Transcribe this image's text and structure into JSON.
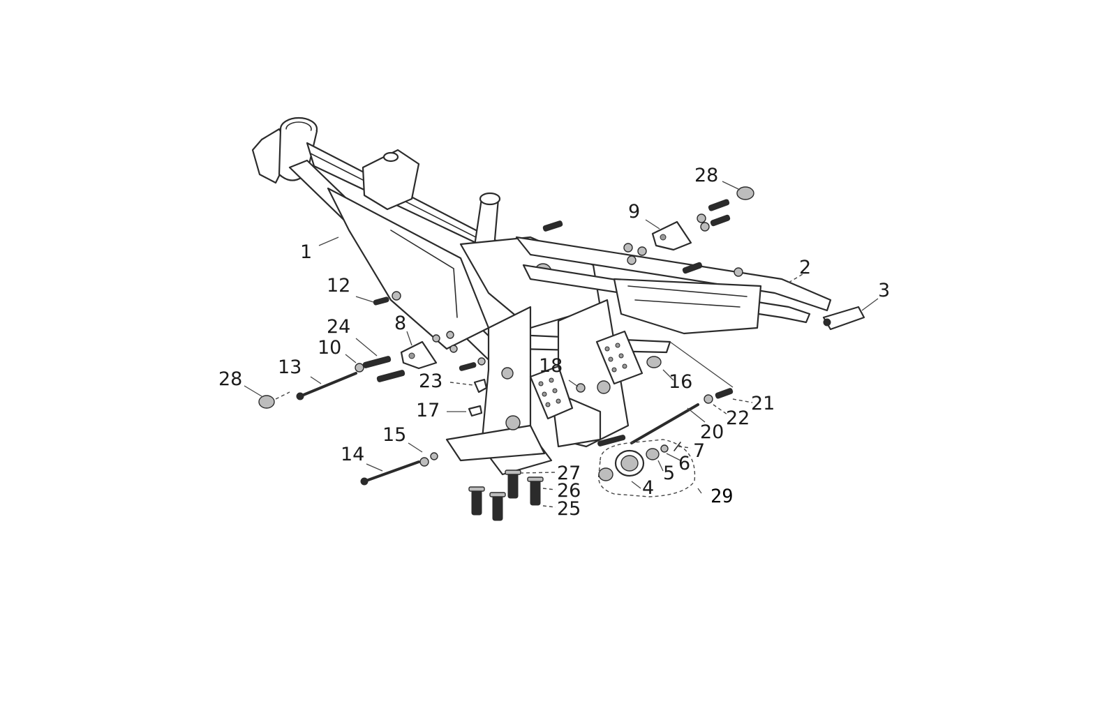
{
  "diagram": {
    "callouts": {
      "c1": "1",
      "c2": "2",
      "c3": "3",
      "c4": "4",
      "c5": "5",
      "c6": "6",
      "c7": "7",
      "c8": "8",
      "c9": "9",
      "c10": "10",
      "c12": "12",
      "c13": "13",
      "c14": "14",
      "c15": "15",
      "c16": "16",
      "c17": "17",
      "c18": "18",
      "c20": "20",
      "c21": "21",
      "c22": "22",
      "c23": "23",
      "c24": "24",
      "c25": "25",
      "c26": "26",
      "c27": "27",
      "c28a": "28",
      "c28b": "28",
      "c29": "29"
    },
    "colors": {
      "line": "#2b2b2b",
      "background": "#ffffff"
    }
  }
}
